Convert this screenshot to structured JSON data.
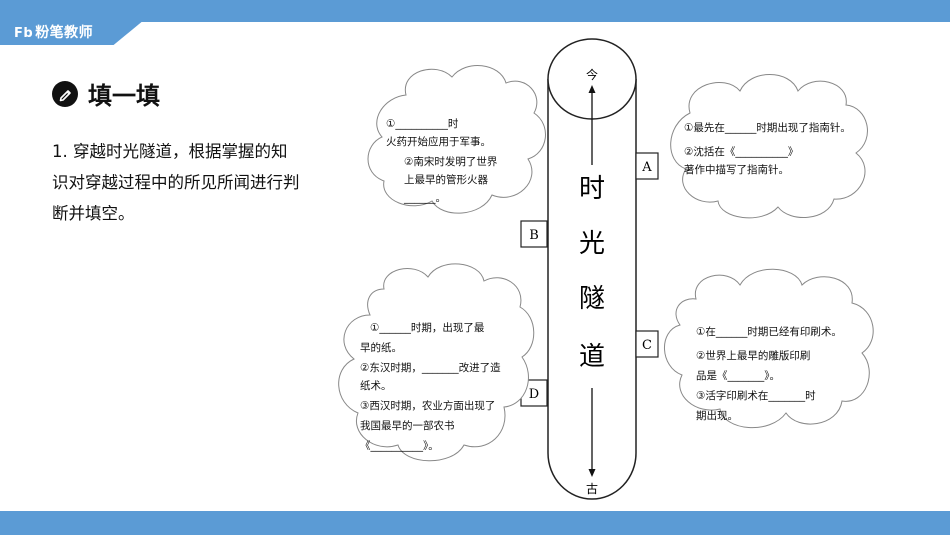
{
  "header": {
    "logo_mark": "Fb",
    "logo_text": "粉笔教师"
  },
  "section": {
    "title": "填一填"
  },
  "question": {
    "text": "1. 穿越时光隧道，根据掌握的知识对穿越过程中的所见所闻进行判断并填空。"
  },
  "tunnel": {
    "top_label": "今",
    "bottom_label": "古",
    "title_chars": [
      "时",
      "光",
      "隧",
      "道"
    ]
  },
  "boxes": {
    "a": "A",
    "b": "B",
    "c": "C",
    "d": "D"
  },
  "clouds": {
    "a": [
      "①最先在______时期出现了指南针。",
      "②沈括在《__________》",
      "著作中描写了指南针。"
    ],
    "b": [
      "①__________时",
      "火药开始应用于军事。",
      "②南宋时发明了世界",
      "上最早的管形火器",
      "______。"
    ],
    "c": [
      "①在______时期已经有印刷术。",
      "②世界上最早的雕版印刷",
      "品是《_______》。",
      "③活字印刷术在_______时",
      "期出现。"
    ],
    "d": [
      "①______时期，出现了最",
      "早的纸。",
      "②东汉时期，_______改进了造",
      "纸术。",
      "③西汉时期，农业方面出现了",
      "我国最早的一部农书",
      "《__________》。"
    ]
  }
}
